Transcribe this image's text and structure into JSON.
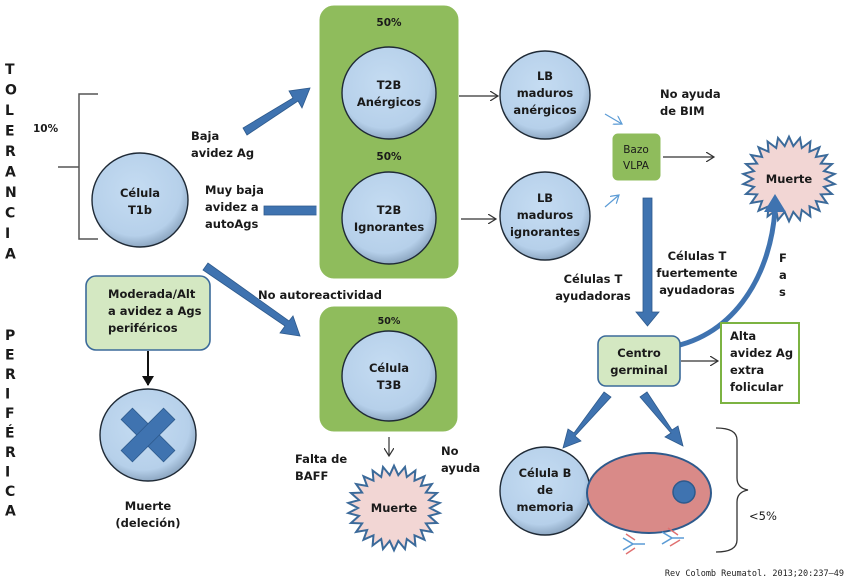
{
  "side_labels": {
    "tolerancia": [
      "T",
      "O",
      "L",
      "E",
      "R",
      "A",
      "N",
      "C",
      "I",
      "A"
    ],
    "periferica": [
      "P",
      "E",
      "R",
      "I",
      "F",
      "É",
      "R",
      "I",
      "C",
      "A"
    ]
  },
  "percent_10": "10%",
  "cell_t1b": [
    "Célula",
    "T1b"
  ],
  "label_baja_avidez": [
    "Baja",
    "avidez Ag"
  ],
  "label_muy_baja": [
    "Muy baja",
    "avidez a",
    "autoAgs"
  ],
  "label_no_autoreactividad": "No autoreactividad",
  "green_box_top": {
    "pct_top": "50%",
    "cell_top": [
      "T2B",
      "Anérgicos"
    ],
    "pct_bottom": "50%",
    "cell_bottom": [
      "T2B",
      "Ignorantes"
    ]
  },
  "green_box_t3b": {
    "pct": "50%",
    "cell": [
      "Célula",
      "T3B"
    ]
  },
  "lb_anergicos": [
    "LB",
    "maduros",
    "anérgicos"
  ],
  "lb_ignorantes": [
    "LB",
    "maduros",
    "ignorantes"
  ],
  "no_ayuda_bim": [
    "No ayuda",
    "de BIM"
  ],
  "bazo_vlpa": [
    "Bazo",
    "VLPA"
  ],
  "muerte_top": "Muerte",
  "celulas_t_ayudadoras": [
    "Células T",
    "ayudadoras"
  ],
  "celulas_t_fuertemente": [
    "Células T",
    "fuertemente",
    "ayudadoras"
  ],
  "fas_label": [
    "F",
    "a",
    "s"
  ],
  "moderada_box": [
    "Moderada/Alt",
    "a avidez a Ags",
    "periféricos"
  ],
  "muerte_delecion": [
    "Muerte",
    "(deleción)"
  ],
  "falta_baff": [
    "Falta de",
    "BAFF"
  ],
  "no_ayuda": [
    "No",
    "ayuda"
  ],
  "muerte_bottom": "Muerte",
  "centro_germinal": [
    "Centro",
    "germinal"
  ],
  "alta_avidez_box": [
    "Alta",
    "avidez Ag",
    "extra",
    "folicular"
  ],
  "celula_b_memoria": [
    "Célula B",
    "de",
    "memoria"
  ],
  "percent_lt5": "<5%",
  "citation": "Rev Colomb Reumatol. 2013;20:237–49",
  "colors": {
    "cell_fill": "#bcd5ee",
    "green_box": "#8fbc5c",
    "light_green_box": "#d4e8c2",
    "arrow_blue": "#3f73b0",
    "death_fill": "#f2d6d4",
    "plasma_fill": "#d98a88"
  }
}
